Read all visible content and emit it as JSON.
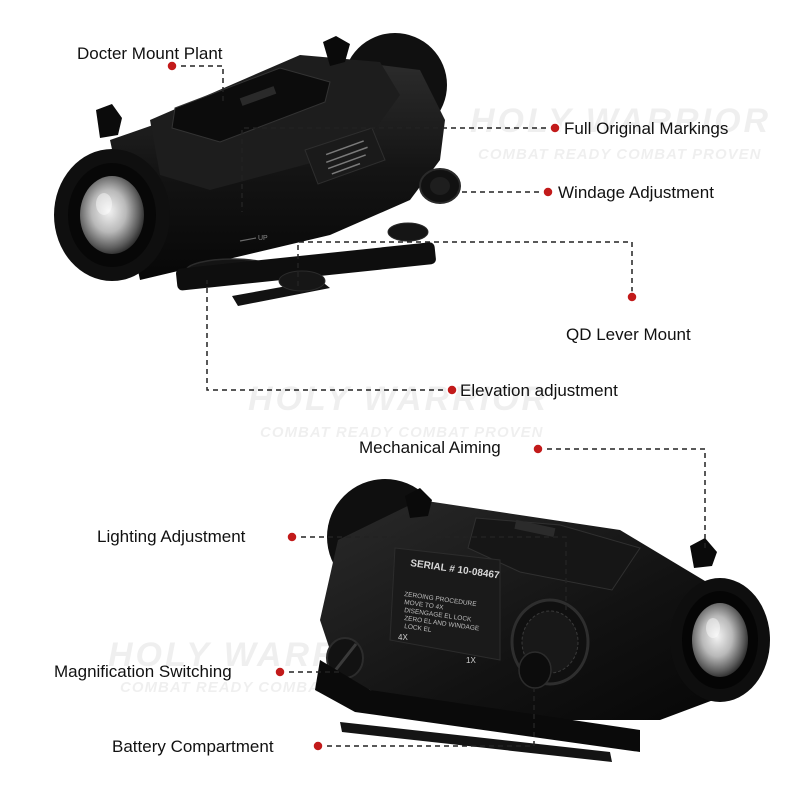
{
  "watermark": {
    "brand": "HOLY WARRIOR",
    "slogan": "COMBAT READY COMBAT PROVEN"
  },
  "callouts": {
    "docter_mount": "Docter Mount Plant",
    "full_markings": "Full Original Markings",
    "windage": "Windage Adjustment",
    "qd_lever": "QD Lever Mount",
    "elevation": "Elevation adjustment",
    "mechanical_aiming": "Mechanical Aiming",
    "lighting": "Lighting Adjustment",
    "magnification": "Magnification Switching",
    "battery": "Battery Compartment"
  },
  "scope_markings": {
    "up_arrow": "UP",
    "serial": "SERIAL # 10-08467",
    "procedure_title": "ZEROING PROCEDURE",
    "procedure_lines": [
      "MOVE TO 4X",
      "DISENGAGE EL LOCK",
      "ZERO EL AND WINDAGE",
      "LOCK EL"
    ],
    "mag_4x": "4X",
    "mag_1x": "1X"
  },
  "colors": {
    "dot": "#c21a1a",
    "leader": "#222222",
    "scope_body": "#141414",
    "scope_shadow": "#050505"
  }
}
